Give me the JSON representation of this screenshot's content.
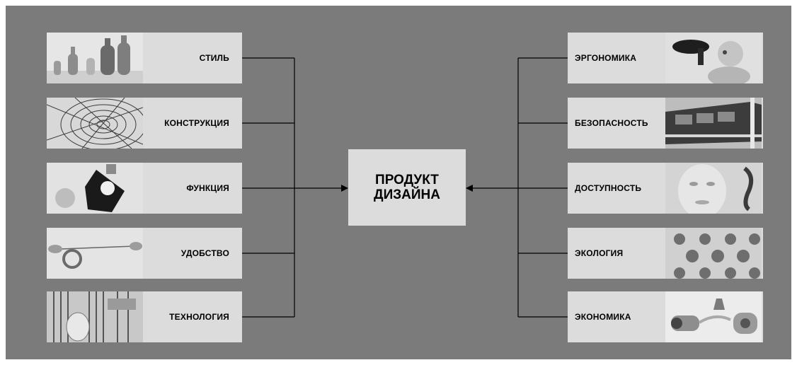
{
  "center": {
    "title": "ПРОДУКТ\nДИЗАЙНА"
  },
  "left_items": [
    {
      "label": "СТИЛЬ",
      "image": "vases-photo"
    },
    {
      "label": "КОНСТРУКЦИЯ",
      "image": "spiral-tower-photo"
    },
    {
      "label": "ФУНКЦИЯ",
      "image": "kitchen-scale-photo"
    },
    {
      "label": "УДОБСТВО",
      "image": "tape-tool-photo"
    },
    {
      "label": "ТЕХНОЛОГИЯ",
      "image": "woven-baskets-photo"
    }
  ],
  "right_items": [
    {
      "label": "ЭРГОНОМИКА",
      "image": "figure-with-bowl-photo"
    },
    {
      "label": "БЕЗОПАСНОСТЬ",
      "image": "train-photo"
    },
    {
      "label": "ДОСТУПНОСТЬ",
      "image": "face-and-headset-photo"
    },
    {
      "label": "ЭКОЛОГИЯ",
      "image": "egg-carton-photo"
    },
    {
      "label": "ЭКОНОМИКА",
      "image": "plugs-photo"
    }
  ],
  "colors": {
    "background": "#7b7b7b",
    "box": "#dcdcdc",
    "connector": "#000000"
  }
}
